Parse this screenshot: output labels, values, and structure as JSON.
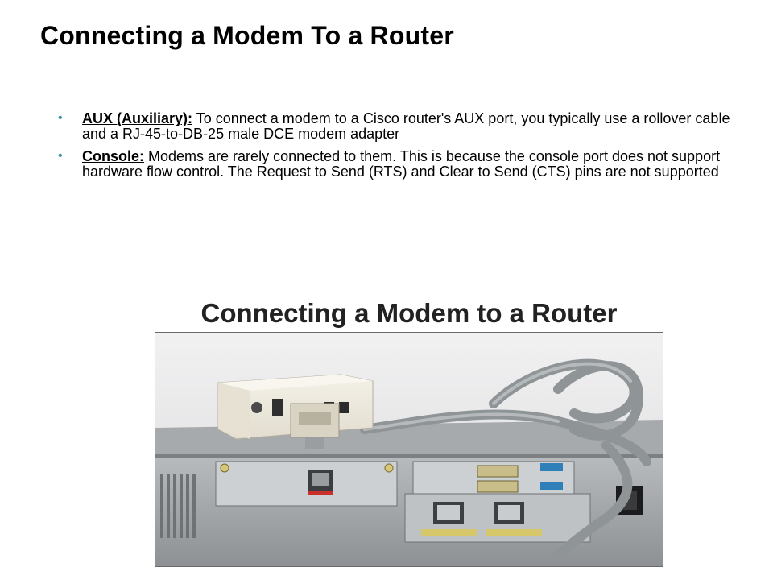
{
  "slide": {
    "title": "Connecting a Modem To a Router"
  },
  "bullets": [
    {
      "term": "AUX (Auxiliary):",
      "text": " To connect a modem to a Cisco router's AUX port, you typically use a rollover cable and a RJ-45-to-DB-25 male DCE modem adapter"
    },
    {
      "term": "Console:",
      "text": "  Modems are rarely connected to them. This is because the console port does not support hardware flow control. The Request to Send (RTS) and Clear to Send (CTS) pins are not supported"
    }
  ],
  "figure": {
    "title": "Connecting a Modem to a Router",
    "photo_subject": "modem-connected-to-router-photo"
  }
}
